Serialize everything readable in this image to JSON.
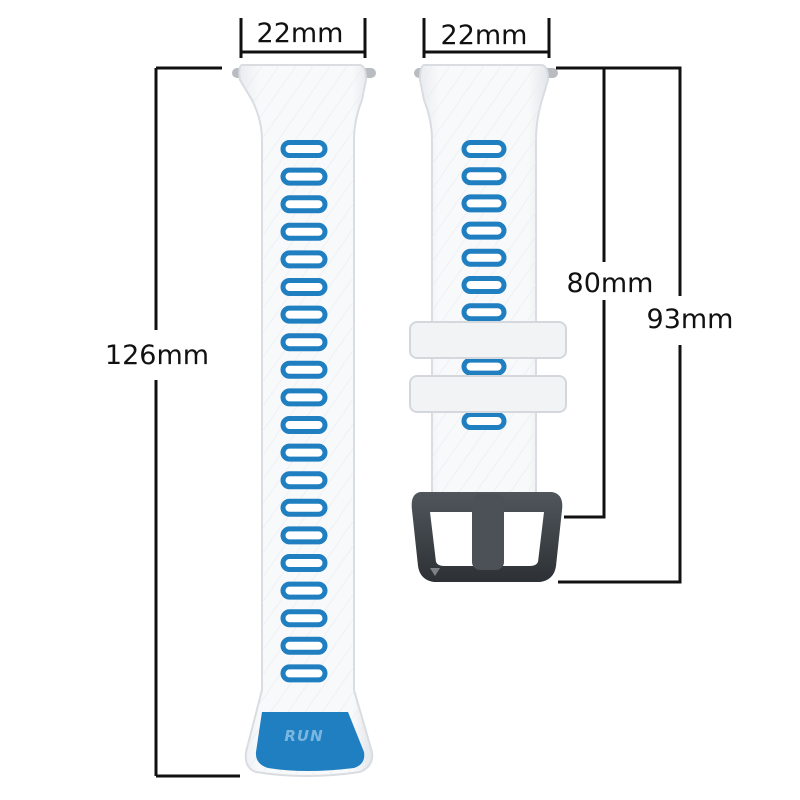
{
  "dimensions": {
    "left_width": "22mm",
    "right_width": "22mm",
    "left_length": "126mm",
    "right_inner_length": "80mm",
    "right_total_length": "93mm"
  },
  "strap": {
    "tip_label": "RUN",
    "left_hole_count": 20,
    "right_hole_count": 11
  },
  "colors": {
    "strap": "#f4f5f7",
    "strap_edge": "#d9dde2",
    "accent": "#1f7fc1",
    "buckle": "#3a3f44",
    "pin": "#b9bcc0"
  }
}
